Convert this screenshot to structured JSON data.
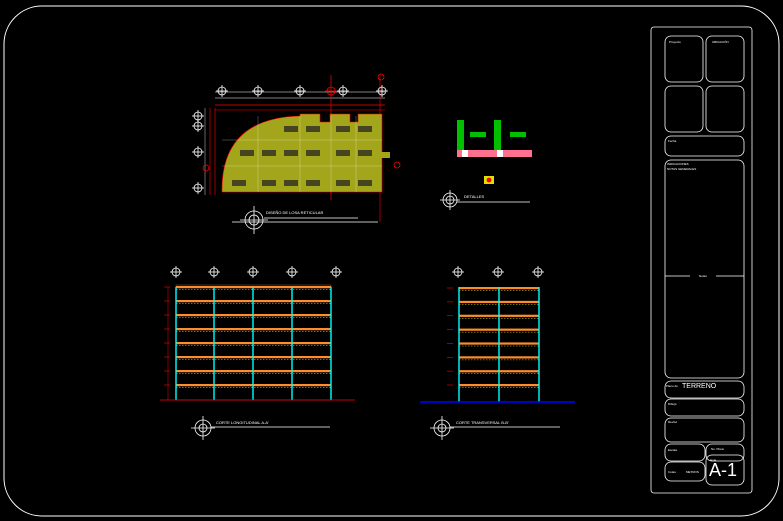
{
  "title_block": {
    "proyecto_label": "Proyecto",
    "ubicacion_label": "UBICACIÓN",
    "fecha_label": "Fecha",
    "notas_heading": "INDICACIONES",
    "notas_sub": "NOTAS GENERALES",
    "notas_center": "Notas",
    "plano_label": "Plano de",
    "plano_value": "TERRENO",
    "dibujo_label": "Dibujó",
    "reviso_label": "Revisó",
    "escala_label": "Escala",
    "fecha2_label": "No. Plano",
    "cota_label": "Cotas",
    "cota_value": "METROS",
    "hoja_label": "Hoja",
    "sheet_number": "A-1"
  },
  "drawings": {
    "slab_plan_title": "DISEÑO DE LOSA RETICULAR",
    "details_title": "DETALLES",
    "long_section_title": "CORTE LONGITUDINAL A-A'",
    "trans_section_title": "CORTE TRANSVERSAL B-B'"
  },
  "colors": {
    "background": "#000000",
    "frame": "#ffffff",
    "slab_fill": "#a3a51a",
    "red_line": "#ff0000",
    "blue_ground": "#0000ff",
    "cyan_column": "#00ffff",
    "orange_slab": "#ff8c2a",
    "green_detail": "#00c000",
    "pink_detail": "#ff6f8f"
  }
}
